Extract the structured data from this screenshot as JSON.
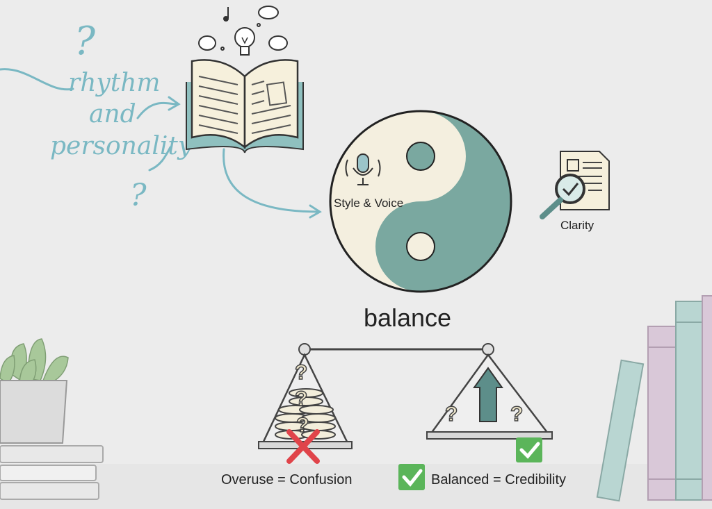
{
  "handwriting": {
    "line1": "rhythm",
    "line2": "and",
    "line3": "personality",
    "question_mark_top": "?",
    "question_mark_bottom": "?"
  },
  "yin_yang": {
    "style_label": "Style & Voice",
    "clarity_label": "Clarity"
  },
  "balance_title": "balance",
  "scale": {
    "question_mark": "?"
  },
  "captions": {
    "overuse": "Overuse = Confusion",
    "balanced": "Balanced = Credibility"
  },
  "colors": {
    "teal": "#7aa8a0",
    "cream": "#f4efdf",
    "script_blue": "#7ab8c3",
    "red_x": "#e0444a",
    "green_check": "#5bb55a",
    "book_pink": "#d9c8d8",
    "book_teal": "#b9d6d2"
  }
}
